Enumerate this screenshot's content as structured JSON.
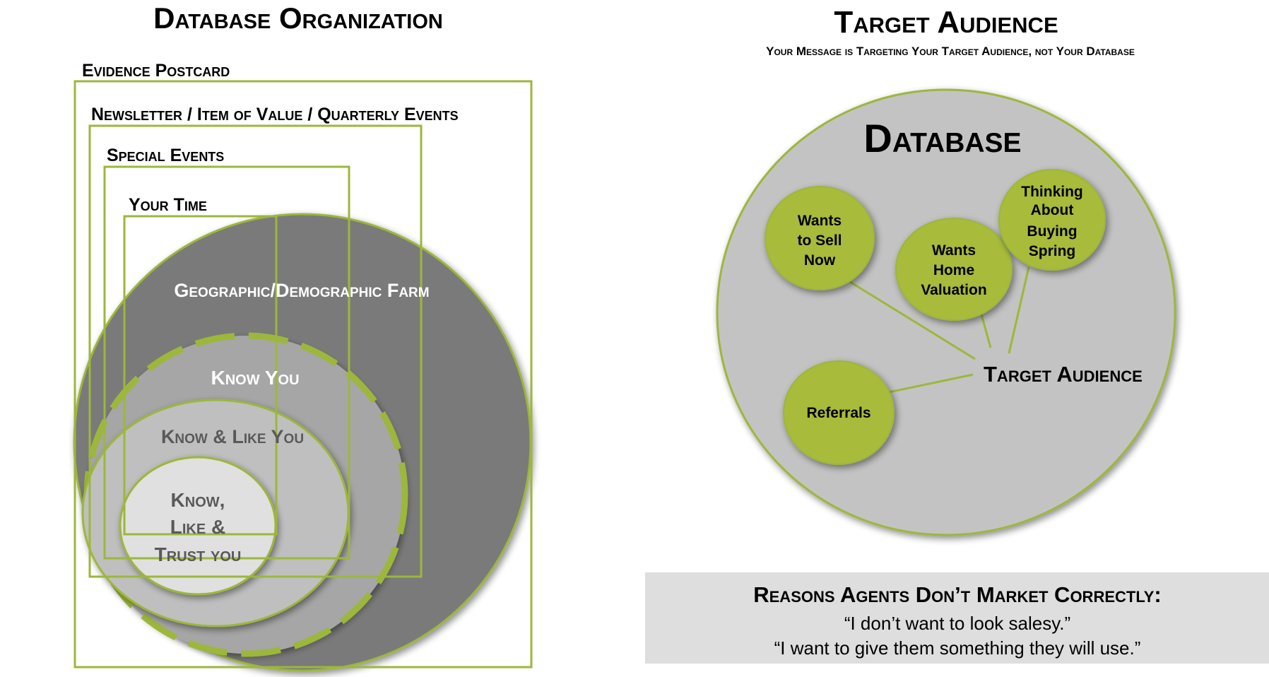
{
  "left": {
    "title": "Database Organization",
    "labels": {
      "evidence_postcard": "Evidence Postcard",
      "newsletter": "Newsletter / Item of Value / Quarterly Events",
      "special_events": "Special Events",
      "your_time": "Your Time"
    },
    "circles": {
      "farm": "Geographic/Demographic Farm",
      "know_you": "Know You",
      "know_like_you": "Know & Like You",
      "trust_line1": "Know,",
      "trust_line2": "Like &",
      "trust_line3": "Trust you"
    }
  },
  "right": {
    "title": "Target Audience",
    "subtitle": "Your Message is Targeting Your Target Audience, not Your Database",
    "database_label": "Database",
    "target_label": "Target Audience",
    "bubbles": {
      "sell_now": [
        "Wants",
        "to Sell",
        "Now"
      ],
      "home_valuation": [
        "Wants",
        "Home",
        "Valuation"
      ],
      "thinking_buying": [
        "Thinking",
        "About",
        "Buying",
        "Spring"
      ],
      "referrals": [
        "Referrals"
      ]
    }
  },
  "reasons": {
    "heading": "Reasons Agents Don’t Market Correctly:",
    "quote1": "“I don’t want to look salesy.”",
    "quote2": "“I want to give them something they will use.”"
  },
  "colors": {
    "green": "#9cb73b",
    "bubble_green": "#a8bb3a",
    "dark_gray": "#7a7a7a",
    "mid_gray": "#a6a6a6",
    "light_gray": "#bfbfbf",
    "pale_gray": "#e0e0e0",
    "db_gray": "#c3c3c3",
    "box_gray": "#dedede"
  }
}
